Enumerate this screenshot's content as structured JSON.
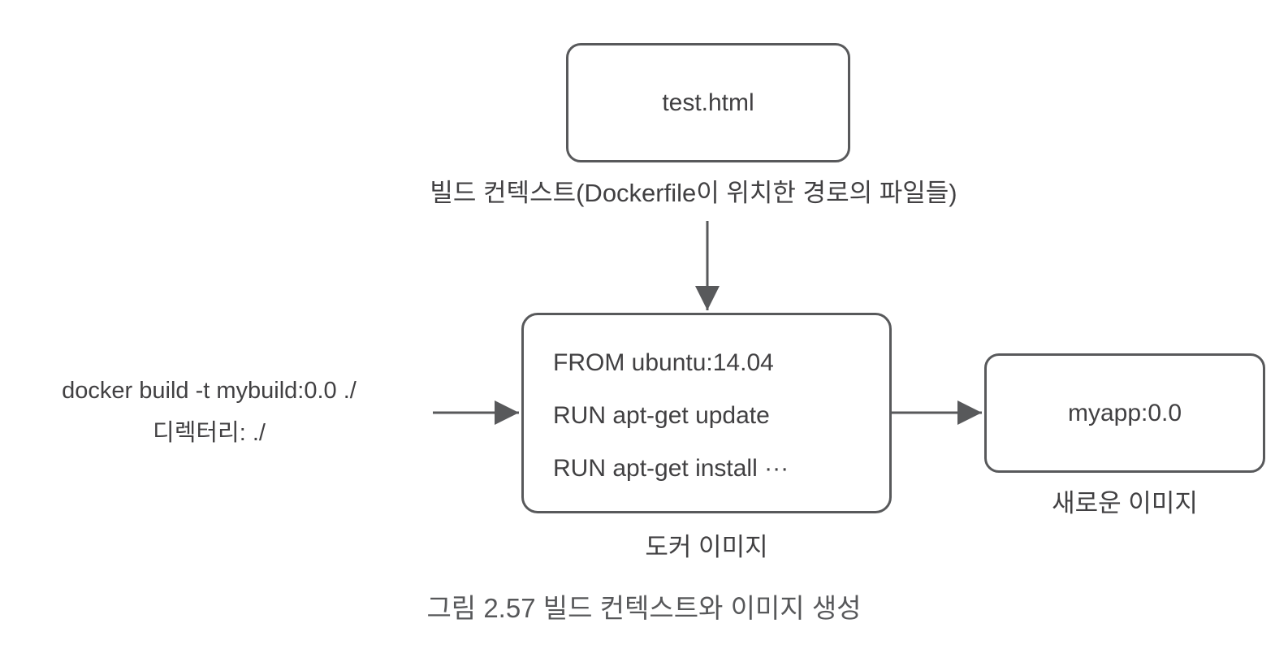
{
  "diagram": {
    "build_context": {
      "file_label": "test.html",
      "caption": "빌드 컨텍스트(Dockerfile이 위치한 경로의 파일들)"
    },
    "command": {
      "line1": "docker build -t mybuild:0.0 ./",
      "line2": "디렉터리: ./"
    },
    "docker_image": {
      "dockerfile_lines": [
        "FROM ubuntu:14.04",
        "RUN apt-get update",
        "RUN apt-get install ···"
      ],
      "caption": "도커 이미지"
    },
    "new_image": {
      "label": "myapp:0.0",
      "caption": "새로운 이미지"
    },
    "figure_caption": "그림 2.57 빌드 컨텍스트와 이미지 생성"
  },
  "colors": {
    "stroke": "#58595b",
    "text": "#414042"
  }
}
